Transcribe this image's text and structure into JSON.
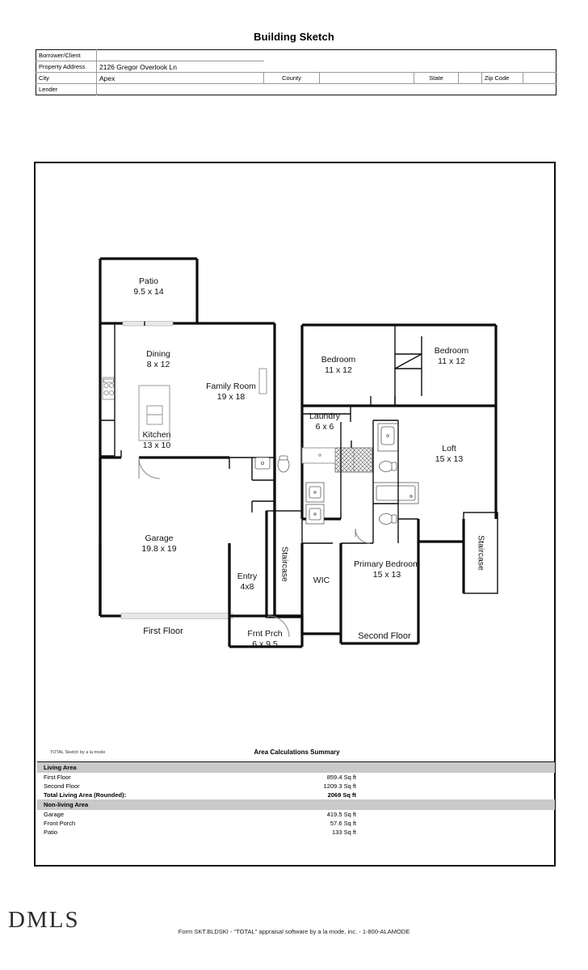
{
  "document": {
    "title": "Building Sketch",
    "brand_logo": "DMLS",
    "footer": "Form SKT.BLDSKI - \"TOTAL\" appraisal software by a la mode, inc. - 1-800-ALAMODE"
  },
  "header_fields": [
    {
      "label": "Borrower/Client",
      "value": ""
    },
    {
      "label": "Property Address",
      "value": "2126 Gregor Overlook Ln"
    },
    {
      "label": "City",
      "value": "Apex",
      "label2": "County",
      "value2": "",
      "label3": "State",
      "value3": "",
      "label4": "Zip Code",
      "value4": ""
    },
    {
      "label": "Lender",
      "value": ""
    }
  ],
  "header": {
    "borrower_label": "Borrower/Client",
    "borrower_value": "",
    "address_label": "Property Address",
    "address_value": "2126 Gregor Overlook Ln",
    "city_label": "City",
    "city_value": "Apex",
    "county_label": "County",
    "county_value": "",
    "state_label": "State",
    "state_value": "",
    "zip_label": "Zip Code",
    "zip_value": "",
    "lender_label": "Lender",
    "lender_value": ""
  },
  "floor_plan": {
    "first_floor": {
      "caption": "First Floor",
      "rooms": [
        {
          "name": "Patio",
          "dim": "9.5 x 14"
        },
        {
          "name": "Dining",
          "dim": "8 x 12"
        },
        {
          "name": "Family Room",
          "dim": "19 x 18"
        },
        {
          "name": "Kitchen",
          "dim": "13 x 10"
        },
        {
          "name": "Garage",
          "dim": "19.8 x 19"
        },
        {
          "name": "Entry",
          "dim": "4x8"
        },
        {
          "name": "Staircase",
          "dim": ""
        },
        {
          "name": "Frnt Prch",
          "dim": "6 x 9.5"
        }
      ]
    },
    "second_floor": {
      "caption": "Second Floor",
      "rooms": [
        {
          "name": "Bedroom",
          "dim": "11 x 12"
        },
        {
          "name": "Bedroom",
          "dim": "11 x 12"
        },
        {
          "name": "Laundry",
          "dim": "6 x 6"
        },
        {
          "name": "Loft",
          "dim": "15 x 13"
        },
        {
          "name": "WIC",
          "dim": ""
        },
        {
          "name": "Primary Bedroom",
          "dim": "15 x 13"
        },
        {
          "name": "Staircase",
          "dim": ""
        }
      ]
    },
    "labels": {
      "patio_name": "Patio",
      "patio_dim": "9.5 x 14",
      "dining_name": "Dining",
      "dining_dim": "8 x 12",
      "family_name": "Family Room",
      "family_dim": "19 x 18",
      "kitchen_name": "Kitchen",
      "kitchen_dim": "13 x 10",
      "garage_name": "Garage",
      "garage_dim": "19.8 x 19",
      "entry_name": "Entry",
      "entry_dim": "4x8",
      "stair1_name": "Staircase",
      "porch_name": "Frnt Prch",
      "porch_dim": "6 x 9.5",
      "bedroom1_name": "Bedroom",
      "bedroom1_dim": "11 x 12",
      "bedroom2_name": "Bedroom",
      "bedroom2_dim": "11 x 12",
      "laundry_name": "Laundry",
      "laundry_dim": "6 x 6",
      "loft_name": "Loft",
      "loft_dim": "15 x 13",
      "wic_name": "WIC",
      "primary_name": "Primary Bedroom",
      "primary_dim": "15 x 13",
      "stair2_name": "Staircase",
      "first_floor_caption": "First Floor",
      "second_floor_caption": "Second Floor"
    }
  },
  "area_summary": {
    "credit": "TOTAL Sketch by a la mode",
    "title": "Area Calculations Summary",
    "living_band": "Living Area",
    "nonliving_band": "Non-living Area",
    "living_rows": [
      {
        "label": "First Floor",
        "value": "859.4 Sq ft"
      },
      {
        "label": "Second Floor",
        "value": "1209.3 Sq ft"
      }
    ],
    "total_row": {
      "label": "Total Living Area (Rounded):",
      "value": "2069 Sq ft"
    },
    "nonliving_rows": [
      {
        "label": "Garage",
        "value": "419.5 Sq ft"
      },
      {
        "label": "Front Porch",
        "value": "57.6 Sq ft"
      },
      {
        "label": "Patio",
        "value": "133 Sq ft"
      }
    ],
    "rows_flat": {
      "first_floor_label": "First Floor",
      "first_floor_value": "859.4 Sq ft",
      "second_floor_label": "Second Floor",
      "second_floor_value": "1209.3 Sq ft",
      "total_label": "Total Living Area (Rounded):",
      "total_value": "2069 Sq ft",
      "garage_label": "Garage",
      "garage_value": "419.5 Sq ft",
      "porch_label": "Front Porch",
      "porch_value": "57.6 Sq ft",
      "patio_label": "Patio",
      "patio_value": "133 Sq ft"
    }
  },
  "colors": {
    "ink": "#0d0d0d",
    "band": "#c9c9c9",
    "fixture": "#8e8e8e",
    "opening": "#e8e8e8"
  }
}
